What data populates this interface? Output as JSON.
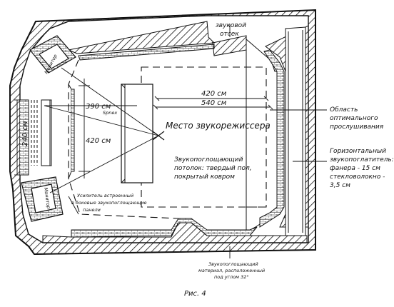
{
  "labels": {
    "sound_room": [
      "звуковой",
      "отсек"
    ],
    "optimal_zone": [
      "Область",
      "оптимального",
      "прослушивания"
    ],
    "absorber": [
      "Горизонтальный",
      "звукопоглатитель:",
      "фанера - 15 см",
      "стекловолокно -",
      "3,5 см"
    ],
    "engineer_place": "Место звукорежиссера",
    "ceiling": [
      "Звукопоглощающий",
      "потолок: твердый пол,",
      "покрытый ковром"
    ],
    "amplifier": [
      "Усилитель встроенный",
      "в боковые звукопоглощающие",
      "панели"
    ],
    "angled_material": [
      "Звукопоглощающий",
      "материал, расположенный",
      "под углом 32°"
    ],
    "speaker_top": "Монитор",
    "speaker_bottom": "Монитор",
    "desk": "Spnex",
    "caption": "Рис. 4"
  },
  "dimensions": {
    "d420_top": "420 см",
    "d540": "540 см",
    "d390": "390 см",
    "d420_left": "420 см",
    "d240": "240 см"
  }
}
